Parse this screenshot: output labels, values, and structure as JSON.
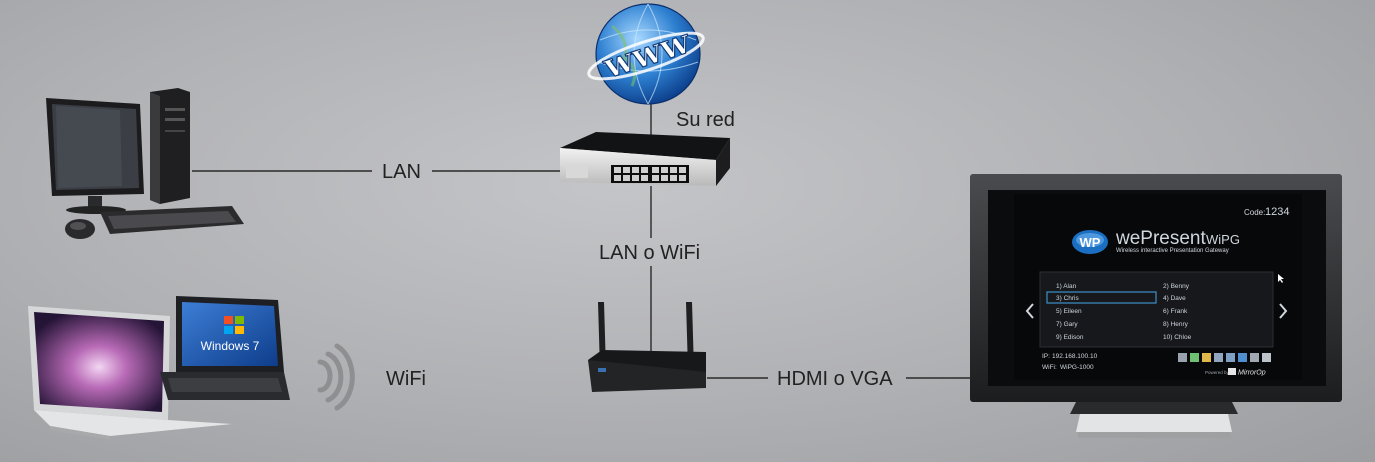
{
  "labels": {
    "lan": "LAN",
    "su_red": "Su red",
    "lan_o_wifi": "LAN o WiFi",
    "wifi": "WiFi",
    "hdmi_o_vga": "HDMI o VGA"
  },
  "globe": {
    "text": "www"
  },
  "laptop": {
    "os_text": "Windows 7"
  },
  "tv_screen": {
    "code_label": "Code:",
    "code_value": "1234",
    "brand": "wePresent",
    "model": "WiPG",
    "tagline": "Wireless interactive Presentation Gateway",
    "logo_text": "WP",
    "users": [
      {
        "left": "1) Alan",
        "right": "2) Benny"
      },
      {
        "left": "3) Chris",
        "right": "4) Dave"
      },
      {
        "left": "5) Eileen",
        "right": "6) Frank"
      },
      {
        "left": "7) Gary",
        "right": "8) Henry"
      },
      {
        "left": "9) Edison",
        "right": "10) Chloe"
      }
    ],
    "ip_label": "IP:",
    "ip_value": "192.168.100.10",
    "wifi_label": "WiFi:",
    "wifi_value": "WiPG-1000",
    "powered_by": "Powered by",
    "mirrorop": "MirrorOp"
  },
  "colors": {
    "line": "#2a2a2a",
    "wifi_waves": "#8f8f92",
    "tv_bezel": "#2b2c2e",
    "screen_bg": "#0b0c0e",
    "highlight": "#3f8fc9"
  }
}
